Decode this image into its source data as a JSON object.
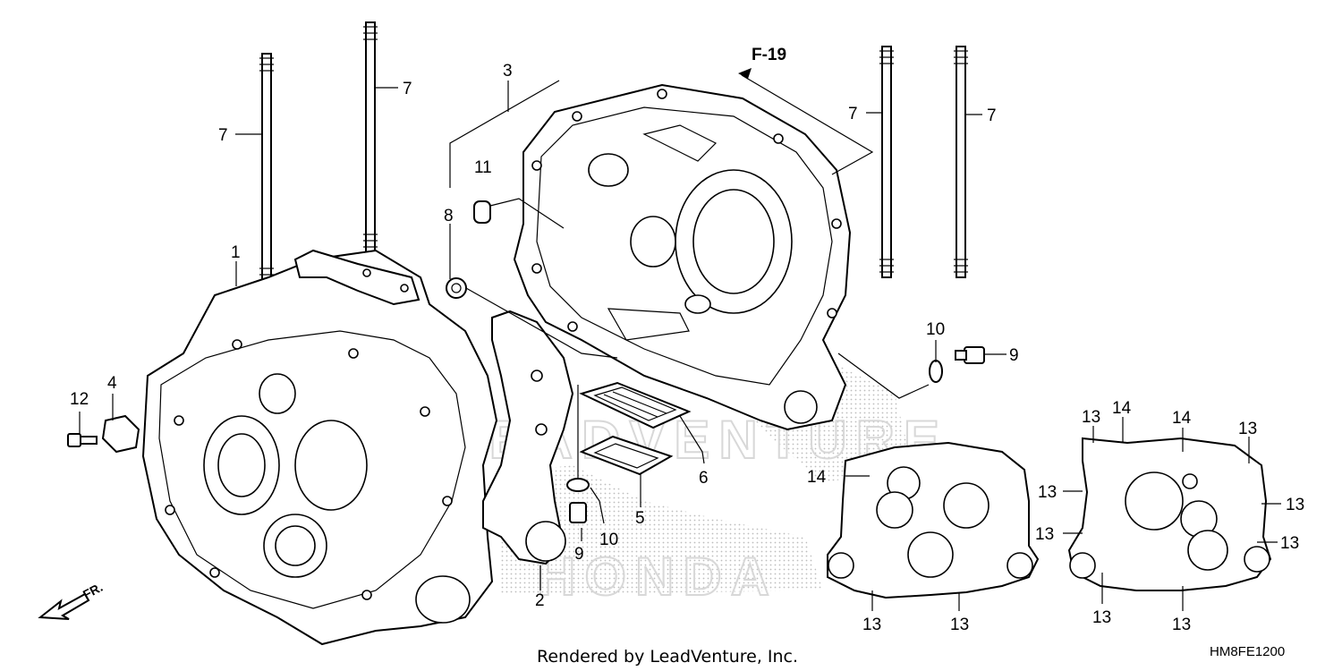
{
  "reference": "F-19",
  "direction_label": "FR.",
  "watermark_text": "LEADVENTURE",
  "honda_text": "HONDA",
  "credit": "Rendered by LeadVenture, Inc.",
  "diagram_code": "HM8FE1200",
  "callouts": {
    "p1": "1",
    "p2": "2",
    "p3": "3",
    "p4": "4",
    "p5": "5",
    "p6": "6",
    "p7a": "7",
    "p7b": "7",
    "p7c": "7",
    "p7d": "7",
    "p8": "8",
    "p9a": "9",
    "p9b": "9",
    "p10a": "10",
    "p10b": "10",
    "p11": "11",
    "p12": "12",
    "p13a": "13",
    "p13b": "13",
    "p13c": "13",
    "p13d": "13",
    "p13e": "13",
    "p13f": "13",
    "p13g": "13",
    "p13h": "13",
    "p13i": "13",
    "p13j": "13",
    "p14a": "14",
    "p14b": "14",
    "p14c": "14"
  },
  "colors": {
    "ink": "#000000",
    "watermark": "#d8d8d8",
    "stipple": "#bdbdbd"
  }
}
